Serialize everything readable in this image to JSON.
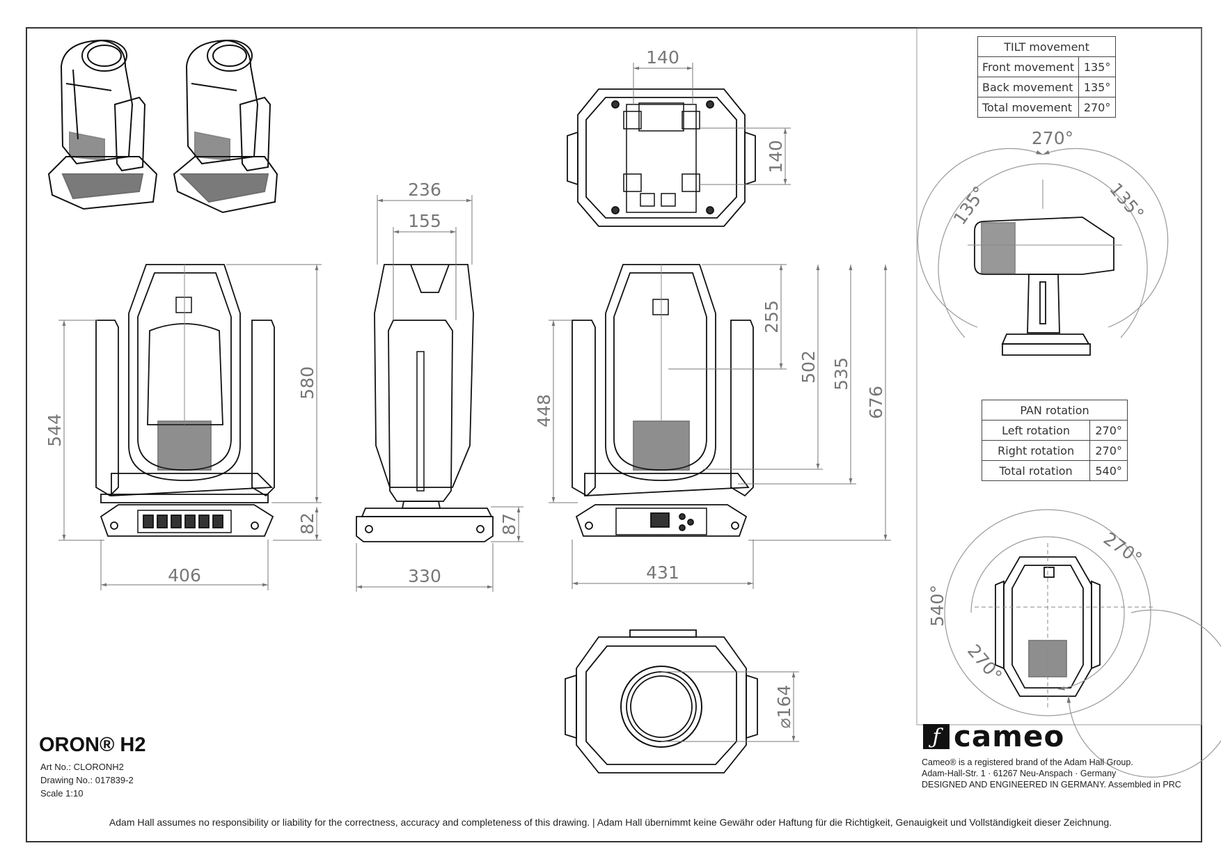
{
  "dimensions": {
    "front_width": "406",
    "front_height_total": "544",
    "front_height_body": "580",
    "front_base_height": "82",
    "side_top_width": "236",
    "side_inner_width": "155",
    "side_base_width": "330",
    "side_base_height": "87",
    "back_width": "431",
    "back_height_448": "448",
    "back_255": "255",
    "back_502": "502",
    "back_535": "535",
    "back_676": "676",
    "top_width": "140",
    "top_height": "140",
    "lens_diameter": "⌀164"
  },
  "tilt": {
    "header": "TILT movement",
    "rows": [
      {
        "label": "Front movement",
        "value": "135°"
      },
      {
        "label": "Back movement",
        "value": "135°"
      },
      {
        "label": "Total movement",
        "value": "270°"
      }
    ],
    "arc_total": "270°",
    "arc_left": "135°",
    "arc_right": "135°"
  },
  "pan": {
    "header": "PAN rotation",
    "rows": [
      {
        "label": "Left rotation",
        "value": "270°"
      },
      {
        "label": "Right rotation",
        "value": "270°"
      },
      {
        "label": "Total rotation",
        "value": "540°"
      }
    ],
    "arc_right": "270°",
    "arc_left": "270°",
    "arc_total": "540°"
  },
  "title_block": {
    "product": "ORON® H2",
    "art_no": "Art No.: CLORONH2",
    "drawing_no": "Drawing No.: 017839-2",
    "scale": "Scale 1:10"
  },
  "brand": {
    "logo_mark": "ƒ",
    "logo_word": "cameo",
    "line1": "Cameo® is a registered brand of the Adam Hall Group.",
    "line2": "Adam-Hall-Str. 1 · 61267 Neu-Anspach · Germany",
    "line3": "DESIGNED AND ENGINEERED IN GERMANY. Assembled in PRC"
  },
  "disclaimer": "Adam Hall assumes no responsibility or liability for the correctness, accuracy and completeness of this drawing. | Adam Hall übernimmt keine Gewähr oder Haftung für die Richtigkeit, Genauigkeit und Vollständigkeit dieser Zeichnung."
}
